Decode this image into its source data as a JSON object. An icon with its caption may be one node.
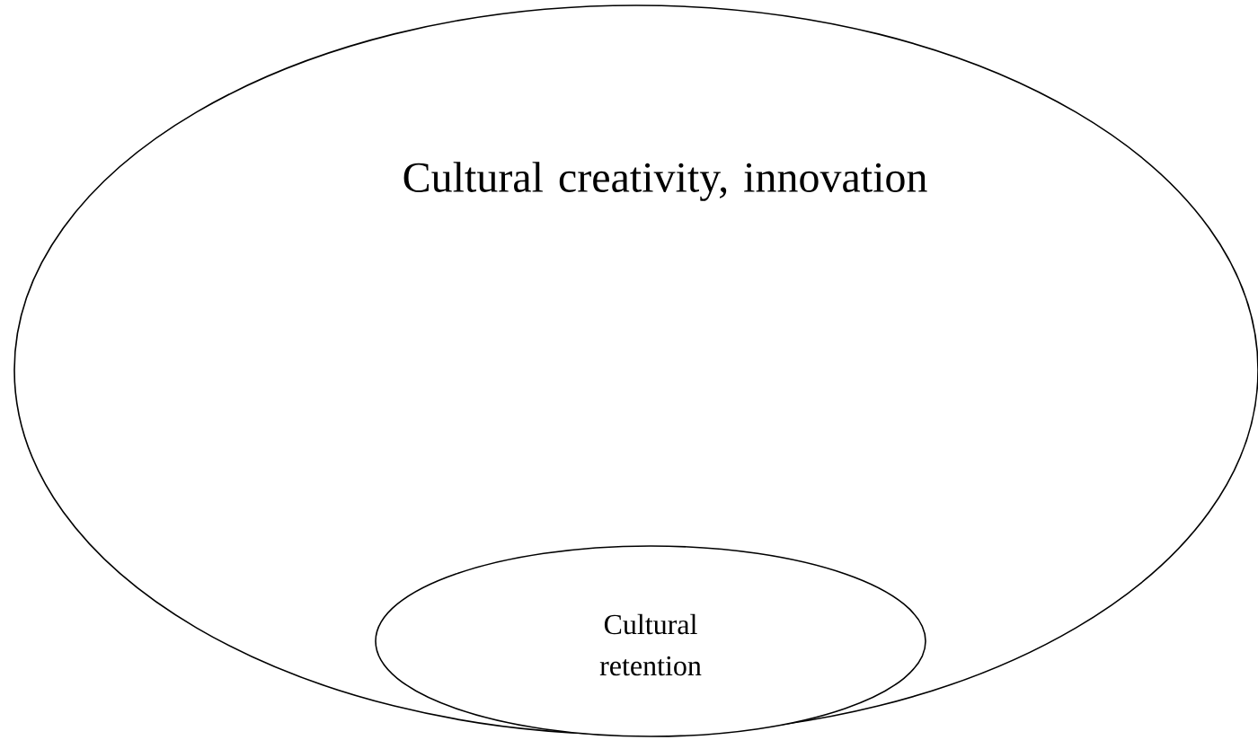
{
  "diagram": {
    "nodes": [
      {
        "text": [
          "Cultural creativity, innovation"
        ]
      },
      {
        "text": [
          "Cultural retention"
        ],
        "in": 0
      }
    ]
  }
}
